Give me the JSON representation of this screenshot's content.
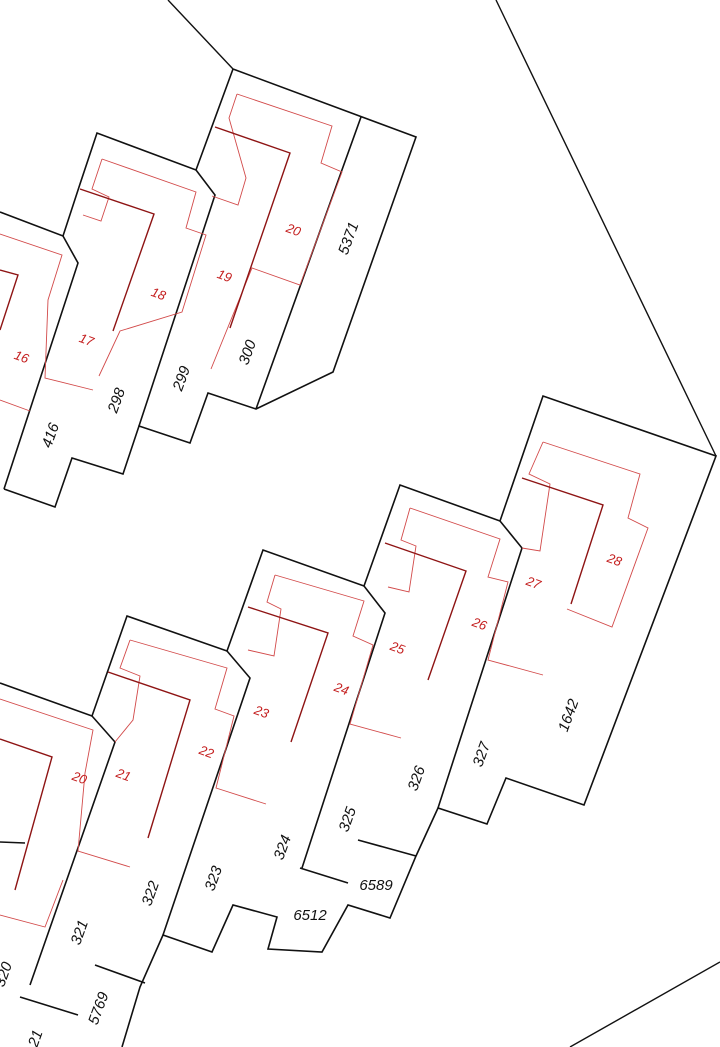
{
  "map": {
    "colors": {
      "parcel_line": "#111111",
      "building_line": "#d24a4a",
      "building_dark": "#8e1414",
      "house_number": "#c41e1e",
      "background": "#ffffff"
    },
    "parcels": [
      "5371",
      "300",
      "299",
      "298",
      "416",
      "1642",
      "327",
      "326",
      "325",
      "324",
      "323",
      "322",
      "321",
      "320",
      "21",
      "5769",
      "6512",
      "6589"
    ],
    "house_numbers": [
      "20",
      "19",
      "18",
      "17",
      "16",
      "28",
      "27",
      "26",
      "25",
      "24",
      "23",
      "22",
      "21",
      "20"
    ]
  }
}
